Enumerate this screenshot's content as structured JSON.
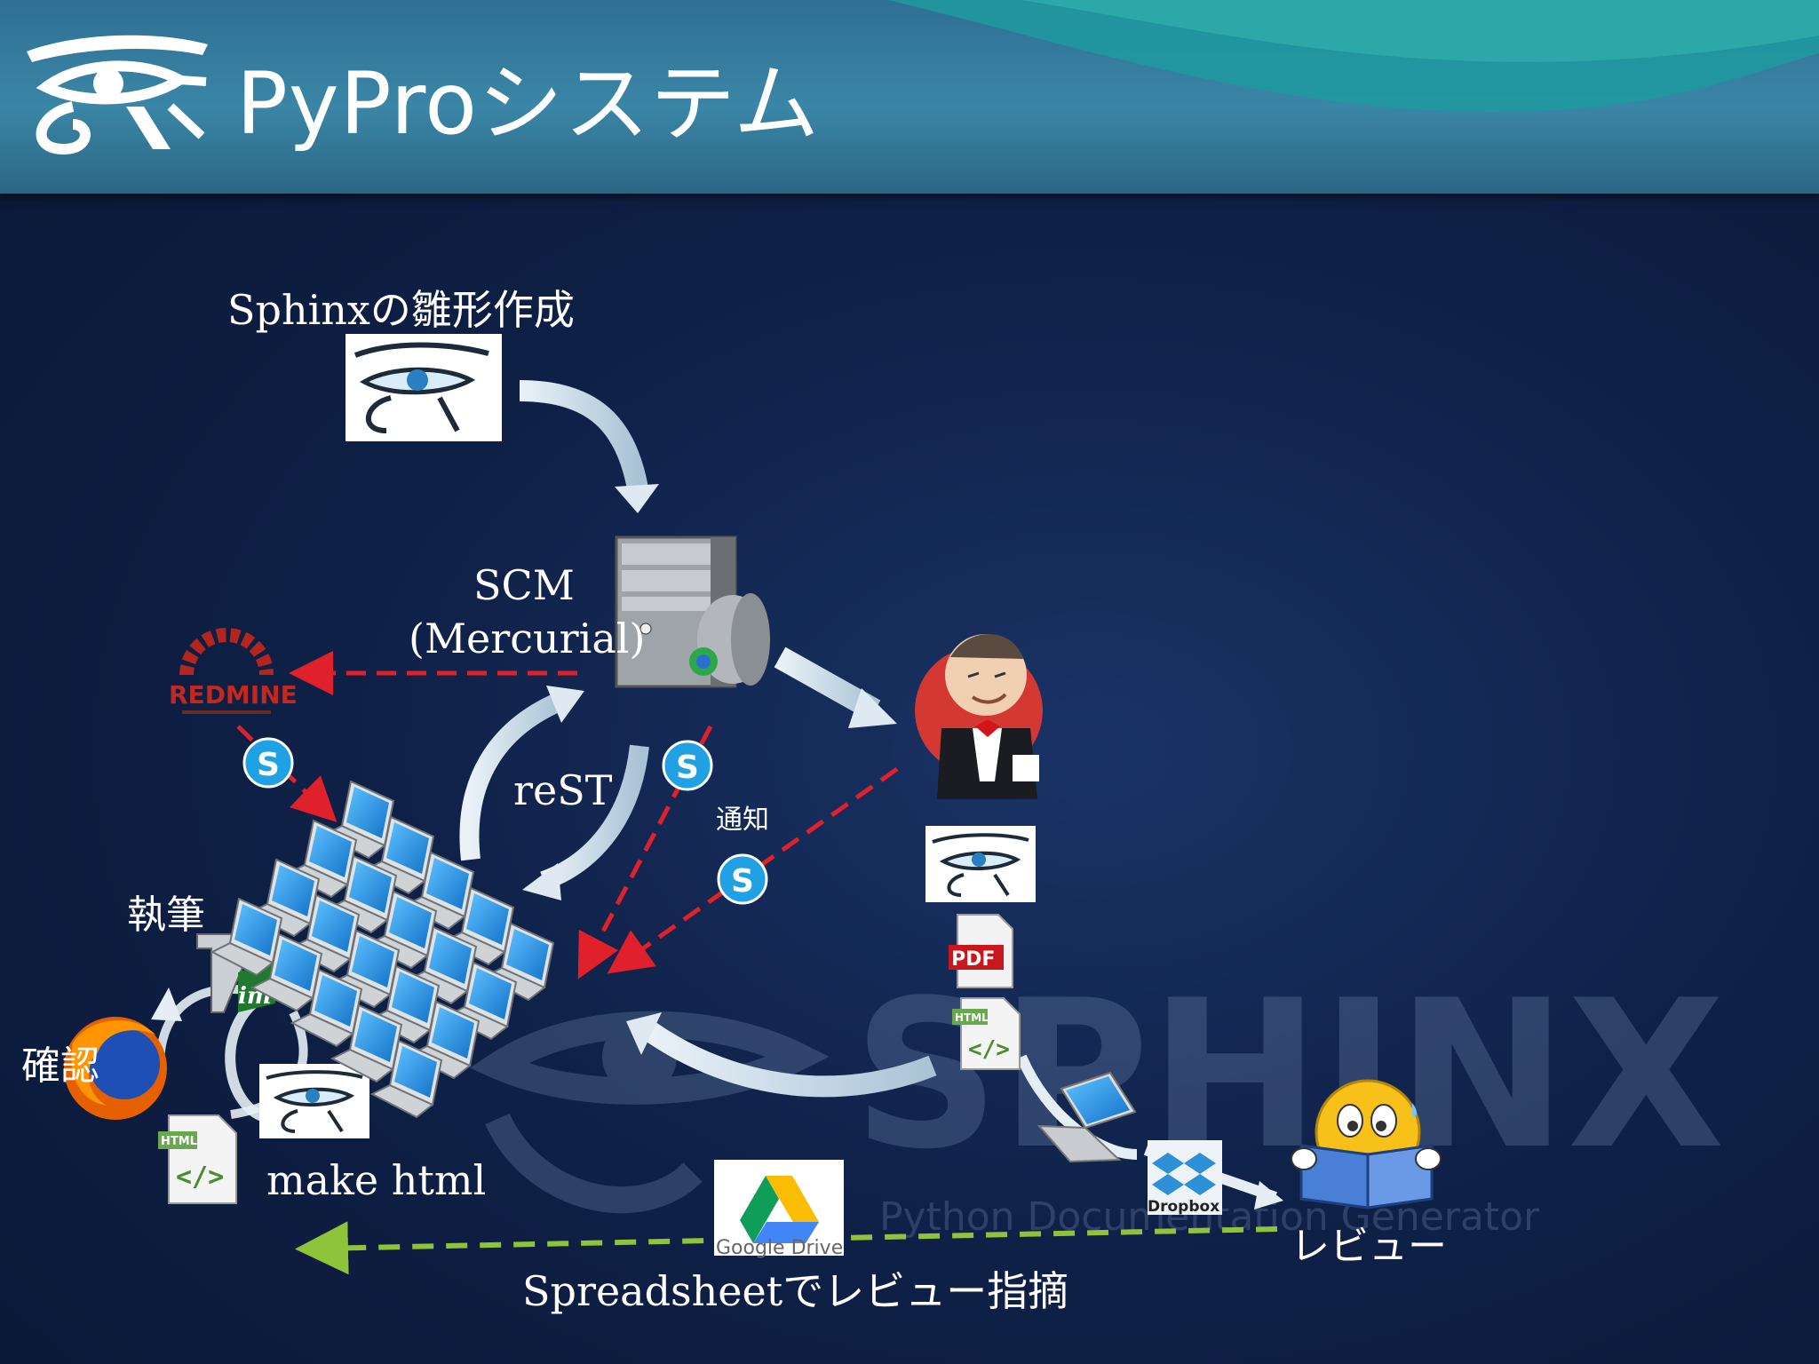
{
  "slide": {
    "title": "PyProシステム"
  },
  "labels": {
    "sphinx_template": "Sphinxの雛形作成",
    "scm": "SCM",
    "scm_tool": "(Mercurial)",
    "rest": "reST",
    "notify": "通知",
    "writing": "執筆",
    "confirm": "確認",
    "make_html": "make html",
    "review": "レビュー",
    "spreadsheet_review": "Spreadsheetでレビュー指摘"
  },
  "icons": {
    "redmine_text": "REDMINE",
    "pdf_text": "PDF",
    "html_text": "HTML",
    "dropbox_text": "Dropbox",
    "google_drive_text": "Google Drive",
    "skype_letter": "S"
  },
  "watermark": {
    "text": "SPHINX",
    "subtitle": "Python Documentation Generator"
  },
  "colors": {
    "background": "#0f2148",
    "header": "#3a86a6",
    "redmine_red": "#b3261e",
    "skype_blue": "#1fa1e3",
    "dashed_red": "#e0202a",
    "dashed_green": "#8fc33a"
  }
}
